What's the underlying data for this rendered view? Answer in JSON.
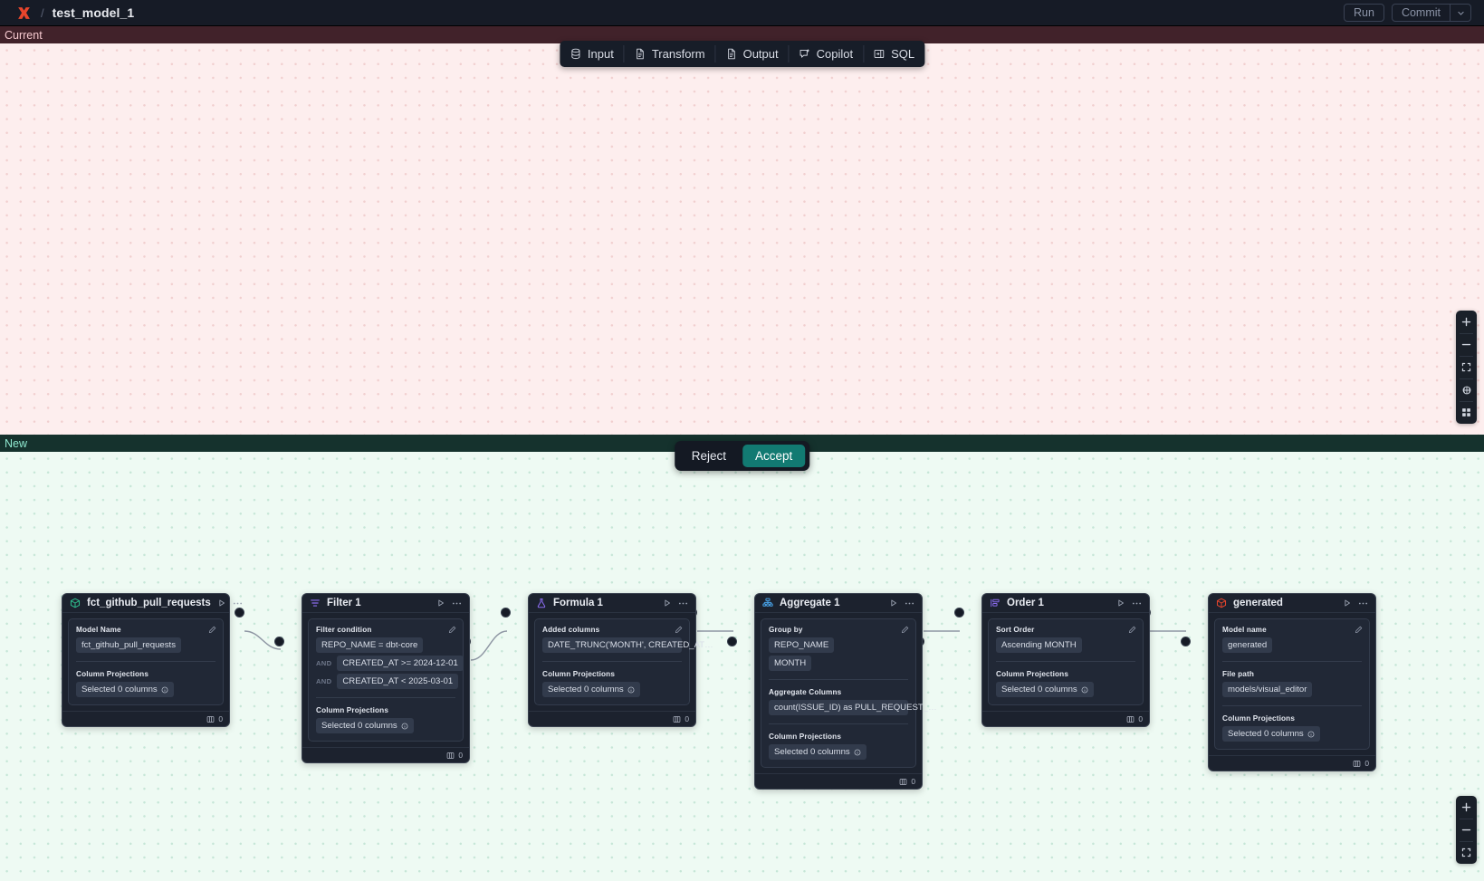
{
  "topbar": {
    "logo_icon": "xero-x-logo-icon",
    "separator": "/",
    "title": "test_model_1",
    "run_label": "Run",
    "commit_label": "Commit",
    "commit_caret_icon": "chevron-down-icon"
  },
  "toolbar": {
    "items": [
      {
        "label": "Input",
        "icon": "database-icon"
      },
      {
        "label": "Transform",
        "icon": "document-icon"
      },
      {
        "label": "Output",
        "icon": "document-icon"
      },
      {
        "label": "Copilot",
        "icon": "sparkle-chat-icon"
      },
      {
        "label": "SQL",
        "icon": "sql-panel-icon"
      }
    ]
  },
  "panes": {
    "current": {
      "label": "Current",
      "label_bg": "#41222a",
      "label_fg": "#f6c9cf",
      "canvas_bg": "#fdeeee",
      "dot_color": "#f1cfcf"
    },
    "new": {
      "label": "New",
      "label_bg": "#15322d",
      "label_fg": "#8fe8cf",
      "canvas_bg": "#eefaf3",
      "dot_color": "#c6e6d7"
    }
  },
  "diff_actions": {
    "reject_label": "Reject",
    "accept_label": "Accept",
    "accept_color": "#127a72"
  },
  "zoom_controls_top": {
    "items": [
      {
        "name": "zoom-in-button",
        "icon": "plus-icon"
      },
      {
        "name": "zoom-out-button",
        "icon": "minus-icon"
      },
      {
        "name": "fit-view-button",
        "icon": "fit-frame-icon"
      },
      {
        "name": "lock-view-button",
        "icon": "globe-lock-icon"
      },
      {
        "name": "mini-map-button",
        "icon": "grid-squares-icon"
      }
    ]
  },
  "zoom_controls_bottom": {
    "items": [
      {
        "name": "zoom-in-button",
        "icon": "plus-icon"
      },
      {
        "name": "zoom-out-button",
        "icon": "minus-icon"
      },
      {
        "name": "fit-view-button",
        "icon": "fit-frame-icon"
      }
    ]
  },
  "graph": {
    "nodes": [
      {
        "id": "source",
        "icon": "cube-green-icon",
        "title": "fct_github_pull_requests",
        "run_icon": "play-icon",
        "more_icon": "ellipsis-icon",
        "edit_icon": "pencil-icon",
        "fields": [
          {
            "label": "Model Name",
            "chips": [
              {
                "text": "fct_github_pull_requests"
              }
            ]
          },
          {
            "label": "Column Projections",
            "chips": [
              {
                "text": "Selected 0 columns",
                "info": true
              }
            ]
          }
        ],
        "footer": {
          "icon": "columns-icon",
          "count": "0"
        }
      },
      {
        "id": "filter1",
        "icon": "filter-icon",
        "title": "Filter 1",
        "run_icon": "play-icon",
        "more_icon": "ellipsis-icon",
        "edit_icon": "pencil-icon",
        "fields": [
          {
            "label": "Filter condition",
            "chips": [
              {
                "text": "REPO_NAME = dbt-core"
              },
              {
                "prefix": "AND",
                "text": "CREATED_AT >= 2024-12-01"
              },
              {
                "prefix": "AND",
                "text": "CREATED_AT < 2025-03-01"
              }
            ]
          },
          {
            "label": "Column Projections",
            "chips": [
              {
                "text": "Selected 0 columns",
                "info": true
              }
            ]
          }
        ],
        "footer": {
          "icon": "columns-icon",
          "count": "0"
        }
      },
      {
        "id": "formula1",
        "icon": "formula-flask-icon",
        "title": "Formula 1",
        "run_icon": "play-icon",
        "more_icon": "ellipsis-icon",
        "edit_icon": "pencil-icon",
        "fields": [
          {
            "label": "Added columns",
            "chips": [
              {
                "text": "DATE_TRUNC('MONTH', CREATED_AT…",
                "wide": true
              }
            ]
          },
          {
            "label": "Column Projections",
            "chips": [
              {
                "text": "Selected 0 columns",
                "info": true
              }
            ]
          }
        ],
        "footer": {
          "icon": "columns-icon",
          "count": "0"
        }
      },
      {
        "id": "aggregate1",
        "icon": "aggregate-icon",
        "title": "Aggregate 1",
        "run_icon": "play-icon",
        "more_icon": "ellipsis-icon",
        "edit_icon": "pencil-icon",
        "fields": [
          {
            "label": "Group by",
            "chips": [
              {
                "text": "REPO_NAME"
              },
              {
                "text": "MONTH"
              }
            ]
          },
          {
            "label": "Aggregate Columns",
            "chips": [
              {
                "text": "count(ISSUE_ID) as PULL_REQUEST_…",
                "wide": true
              }
            ]
          },
          {
            "label": "Column Projections",
            "chips": [
              {
                "text": "Selected 0 columns",
                "info": true
              }
            ]
          }
        ],
        "footer": {
          "icon": "columns-icon",
          "count": "0"
        }
      },
      {
        "id": "order1",
        "icon": "sort-order-icon",
        "title": "Order 1",
        "run_icon": "play-icon",
        "more_icon": "ellipsis-icon",
        "edit_icon": "pencil-icon",
        "fields": [
          {
            "label": "Sort Order",
            "chips": [
              {
                "text": "Ascending MONTH"
              }
            ]
          },
          {
            "label": "Column Projections",
            "chips": [
              {
                "text": "Selected 0 columns",
                "info": true
              }
            ]
          }
        ],
        "footer": {
          "icon": "columns-icon",
          "count": "0"
        }
      },
      {
        "id": "generated",
        "icon": "cube-red-icon",
        "title": "generated",
        "run_icon": "play-icon",
        "more_icon": "ellipsis-icon",
        "edit_icon": "pencil-icon",
        "fields": [
          {
            "label": "Model name",
            "chips": [
              {
                "text": "generated"
              }
            ]
          },
          {
            "label": "File path",
            "chips": [
              {
                "text": "models/visual_editor"
              }
            ]
          },
          {
            "label": "Column Projections",
            "chips": [
              {
                "text": "Selected 0 columns",
                "info": true
              }
            ]
          }
        ],
        "footer": {
          "icon": "columns-icon",
          "count": "0"
        }
      }
    ]
  }
}
